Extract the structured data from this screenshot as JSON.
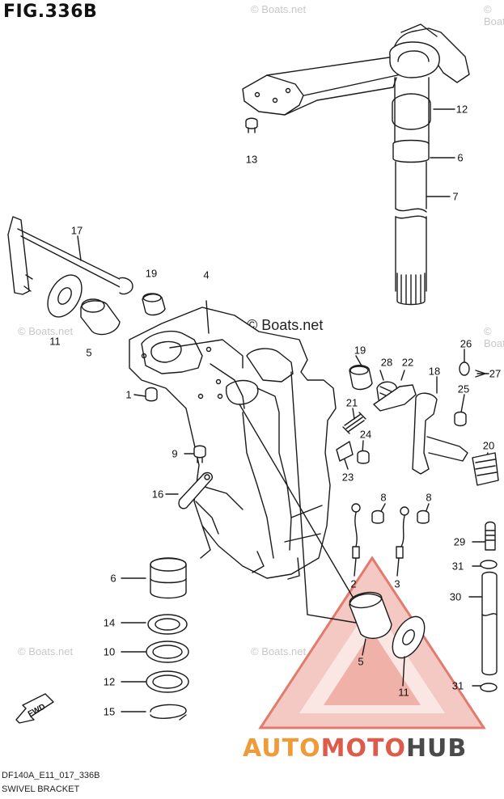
{
  "figure": {
    "title": "FIG.336B"
  },
  "footer": {
    "code": "DF140A_E11_017_336B",
    "caption": "SWIVEL BRACKET"
  },
  "watermark": {
    "text": "© Boats.net"
  },
  "brand": {
    "part1": "AUTO",
    "part2": "MOTO",
    "part3": "HUB",
    "colors": {
      "auto": "#ef9b3a",
      "moto": "#e05a4a",
      "hub": "#4a4a4a"
    }
  },
  "fwd_label": "FWD",
  "callouts": [
    "1",
    "2",
    "3",
    "4",
    "5",
    "5",
    "6",
    "6",
    "7",
    "8",
    "8",
    "9",
    "10",
    "11",
    "11",
    "12",
    "12",
    "13",
    "14",
    "15",
    "16",
    "17",
    "18",
    "19",
    "19",
    "20",
    "21",
    "22",
    "23",
    "24",
    "25",
    "26",
    "27",
    "28",
    "29",
    "30",
    "31",
    "31"
  ]
}
